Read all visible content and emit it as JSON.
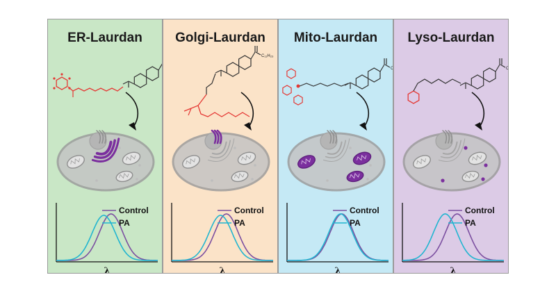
{
  "panels": [
    {
      "id": "er",
      "title": "ER-Laurdan",
      "background": "#c9e7c6",
      "targeting_color": "#e53935",
      "organelle_highlight": "er",
      "curve_shift": 0.72,
      "peak_ratio": 0.97
    },
    {
      "id": "golgi",
      "title": "Golgi-Laurdan",
      "background": "#fbe3c8",
      "targeting_color": "#e53935",
      "organelle_highlight": "golgi",
      "curve_shift": 0.58,
      "peak_ratio": 0.97
    },
    {
      "id": "mito",
      "title": "Mito-Laurdan",
      "background": "#c5e9f5",
      "targeting_color": "#e53935",
      "organelle_highlight": "mitochondria",
      "curve_shift": 0.12,
      "peak_ratio": 1.0
    },
    {
      "id": "lyso",
      "title": "Lyso-Laurdan",
      "background": "#dccbe6",
      "targeting_color": "#e53935",
      "organelle_highlight": "lysosome",
      "curve_shift": 1.18,
      "peak_ratio": 1.0
    }
  ],
  "legend": {
    "control_label": "Control",
    "pa_label": "PA",
    "control_color": "#7b4fa0",
    "pa_color": "#20b5d0"
  },
  "axis": {
    "x_symbol": "λ"
  },
  "chem": {
    "alkyl_chain_label": "C₁₁H₂₃",
    "scaffold_color": "#333333"
  },
  "colors": {
    "cell_body": "#c4c4c4",
    "cell_outline": "#9c9c9c",
    "highlight": "#7b2f9e"
  }
}
